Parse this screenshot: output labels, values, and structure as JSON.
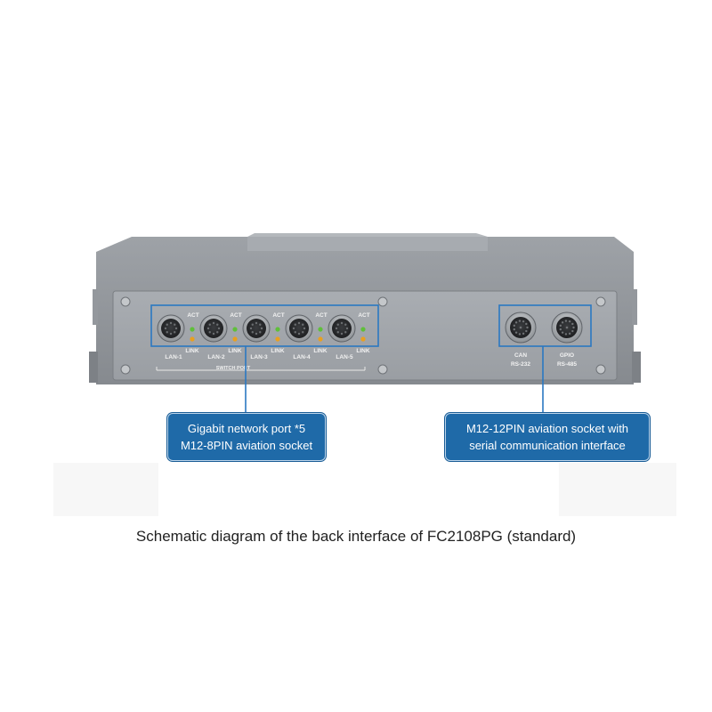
{
  "device": {
    "ports": [
      {
        "label": "LAN-1"
      },
      {
        "label": "LAN-2"
      },
      {
        "label": "LAN-3"
      },
      {
        "label": "LAN-4"
      },
      {
        "label": "LAN-5"
      }
    ],
    "act_label": "ACT",
    "link_label": "LINK",
    "switch_port_label": "SWITCH PORT",
    "sockets": [
      {
        "label_top": "CAN",
        "label_bottom": "RS-232"
      },
      {
        "label_top": "GPIO",
        "label_bottom": "RS-485"
      }
    ]
  },
  "callouts": {
    "left": {
      "line1": "Gigabit network port *5",
      "line2": "M12-8PIN aviation socket"
    },
    "right": {
      "line1": "M12-12PIN aviation socket with",
      "line2": "serial communication interface"
    }
  },
  "caption": "Schematic diagram of the back interface of FC2108PG (standard)",
  "colors": {
    "callout_bg": "#1f6aa8",
    "led_green": "#5fbf3a",
    "led_orange": "#e8a020",
    "chassis": "#8e9297",
    "panel": "#a3a7ac"
  }
}
